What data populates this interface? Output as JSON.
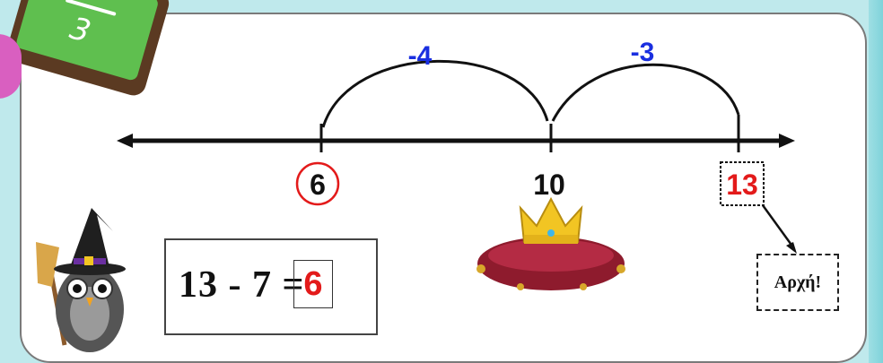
{
  "badge": {
    "digit": "3"
  },
  "number_line": {
    "marks": [
      "6",
      "10",
      "13"
    ],
    "jumps": [
      "-4",
      "-3"
    ]
  },
  "equation": {
    "left": "13  - 7 =",
    "answer": "6"
  },
  "start_label": "Αρχή!",
  "colors": {
    "background": "#bfe9ec",
    "jump_label": "#1a2fe0",
    "highlight": "#e31a1a",
    "badge": "#5fbf4f"
  }
}
